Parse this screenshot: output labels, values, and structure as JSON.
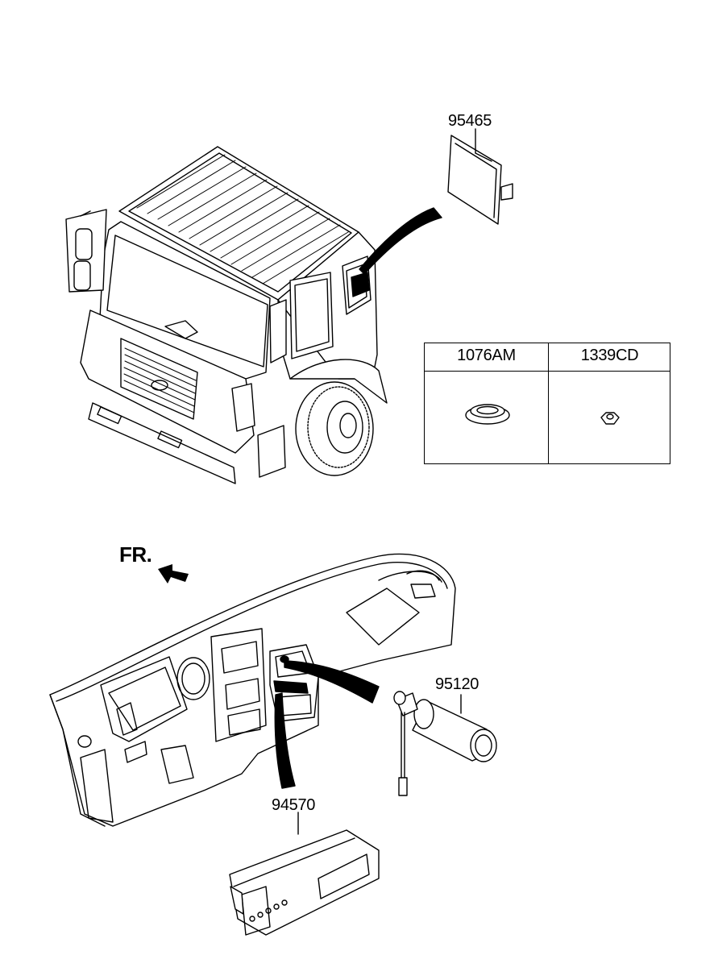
{
  "labels": {
    "cover": "95465",
    "ignition": "95120",
    "panel": "94570",
    "direction": "FR."
  },
  "parts_table": {
    "headers": [
      "1076AM",
      "1339CD"
    ]
  },
  "colors": {
    "line": "#000000",
    "fill": "#ffffff"
  }
}
